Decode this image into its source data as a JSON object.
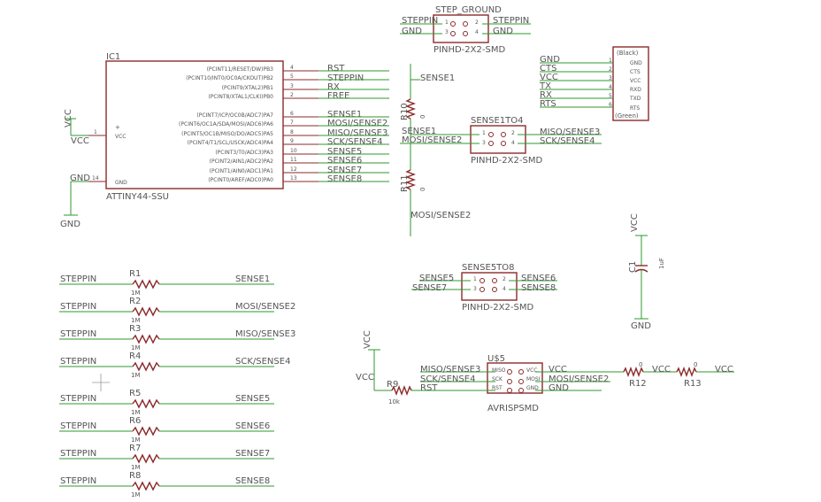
{
  "ic1": {
    "name": "IC1",
    "part": "ATTINY44-SSU",
    "vcc_pin": "VCC",
    "vcc_num": "1",
    "gnd_pin": "GND",
    "gnd_num": "14",
    "pins": [
      {
        "func": "(PCINT11/RESET/DW)PB3",
        "num": "4",
        "net": "RST"
      },
      {
        "func": "(PCINT10/INT0/OC0A/CKOUT)PB2",
        "num": "5",
        "net": "STEPPIN"
      },
      {
        "func": "(PCINT9/XTAL2)PB1",
        "num": "3",
        "net": "RX"
      },
      {
        "func": "(PCINT8/XTAL1/CLKI)PB0",
        "num": "2",
        "net": "FREE"
      },
      {
        "func": "(PCINT7/ICP/OC0B/ADC7)PA7",
        "num": "6",
        "net": "SENSE1"
      },
      {
        "func": "(PCINT6/OC1A/SDA/MOSI/ADC6)PA6",
        "num": "7",
        "net": "MOSI/SENSE2"
      },
      {
        "func": "(PCINT5/OC1B/MISO/DO/ADC5)PA5",
        "num": "8",
        "net": "MISO/SENSE3"
      },
      {
        "func": "(PCINT4/T1/SCL/USCK/ADC4)PA4",
        "num": "9",
        "net": "SCK/SENSE4"
      },
      {
        "func": "(PCINT3/T0/ADC3)PA3",
        "num": "10",
        "net": "SENSE5"
      },
      {
        "func": "(PCINT2/AIN1/ADC2)PA2",
        "num": "11",
        "net": "SENSE6"
      },
      {
        "func": "(PCINT1/AIN0/ADC1)PA1",
        "num": "12",
        "net": "SENSE7"
      },
      {
        "func": "(PCINT0/AREF/ADC0)PA0",
        "num": "13",
        "net": "SENSE8"
      }
    ],
    "vcc_sym": "VCC",
    "vcc_net": "VCC",
    "gnd_net": "GND",
    "gnd_sym": "GND"
  },
  "step_ground": {
    "name": "STEP_GROUND",
    "part": "PINHD-2X2-SMD",
    "left": [
      "STEPPIN",
      "GND"
    ],
    "right": [
      "STEPPIN",
      "GND"
    ],
    "pin_nums": [
      "1",
      "2",
      "3",
      "4"
    ]
  },
  "ftdi": {
    "top_label": "(Black)",
    "bottom_label": "(Green)",
    "nets": [
      "GND",
      "CTS",
      "VCC",
      "TX",
      "RX",
      "RTS"
    ],
    "pins": [
      "GND",
      "CTS",
      "VCC",
      "RXD",
      "TXD",
      "RTS"
    ],
    "nums": [
      "1",
      "2",
      "3",
      "4",
      "5",
      "6"
    ]
  },
  "sense_div": {
    "top_net": "SENSE1",
    "r10": "R10",
    "r10_val": "0",
    "r11": "R11",
    "r11_val": "0",
    "bottom_net": "MOSI/SENSE2"
  },
  "sense1to4": {
    "name": "SENSE1TO4",
    "part": "PINHD-2X2-SMD",
    "left": [
      "SENSE1",
      "MOSI/SENSE2"
    ],
    "right": [
      "MISO/SENSE3",
      "SCK/SENSE4"
    ],
    "pin_nums": [
      "1",
      "2",
      "3",
      "4"
    ]
  },
  "sense5to8": {
    "name": "SENSE5TO8",
    "part": "PINHD-2X2-SMD",
    "left": [
      "SENSE5",
      "SENSE7"
    ],
    "right": [
      "SENSE6",
      "SENSE8"
    ],
    "pin_nums": [
      "1",
      "2",
      "3",
      "4"
    ]
  },
  "cap": {
    "vcc": "VCC",
    "name": "C1",
    "value": "1uF",
    "gnd": "GND"
  },
  "resistors": [
    {
      "net_l": "STEPPIN",
      "name": "R1",
      "value": "1M",
      "net_r": "SENSE1"
    },
    {
      "net_l": "STEPPIN",
      "name": "R2",
      "value": "1M",
      "net_r": "MOSI/SENSE2"
    },
    {
      "net_l": "STEPPIN",
      "name": "R3",
      "value": "1M",
      "net_r": "MISO/SENSE3"
    },
    {
      "net_l": "STEPPIN",
      "name": "R4",
      "value": "1M",
      "net_r": "SCK/SENSE4"
    },
    {
      "net_l": "STEPPIN",
      "name": "R5",
      "value": "1M",
      "net_r": "SENSE5"
    },
    {
      "net_l": "STEPPIN",
      "name": "R6",
      "value": "1M",
      "net_r": "SENSE6"
    },
    {
      "net_l": "STEPPIN",
      "name": "R7",
      "value": "1M",
      "net_r": "SENSE7"
    },
    {
      "net_l": "STEPPIN",
      "name": "R8",
      "value": "1M",
      "net_r": "SENSE8"
    }
  ],
  "avr": {
    "name": "U$5",
    "part": "AVRISPSMD",
    "left": [
      "MISO/SENSE3",
      "SCK/SENSE4",
      "RST"
    ],
    "right": [
      "VCC",
      "MOSI/SENSE2",
      "GND"
    ],
    "pin_l": [
      "MISO",
      "SCK",
      "RST"
    ],
    "pin_r": [
      "VCC",
      "MOSI",
      "GND"
    ],
    "vcc_sym": "VCC",
    "vcc_net": "VCC",
    "r9": "R9",
    "r9_val": "10k",
    "r12": "R12",
    "r12_val": "0",
    "r12_net": "VCC",
    "r13": "R13",
    "r13_val": "0",
    "r13_net": "VCC"
  }
}
